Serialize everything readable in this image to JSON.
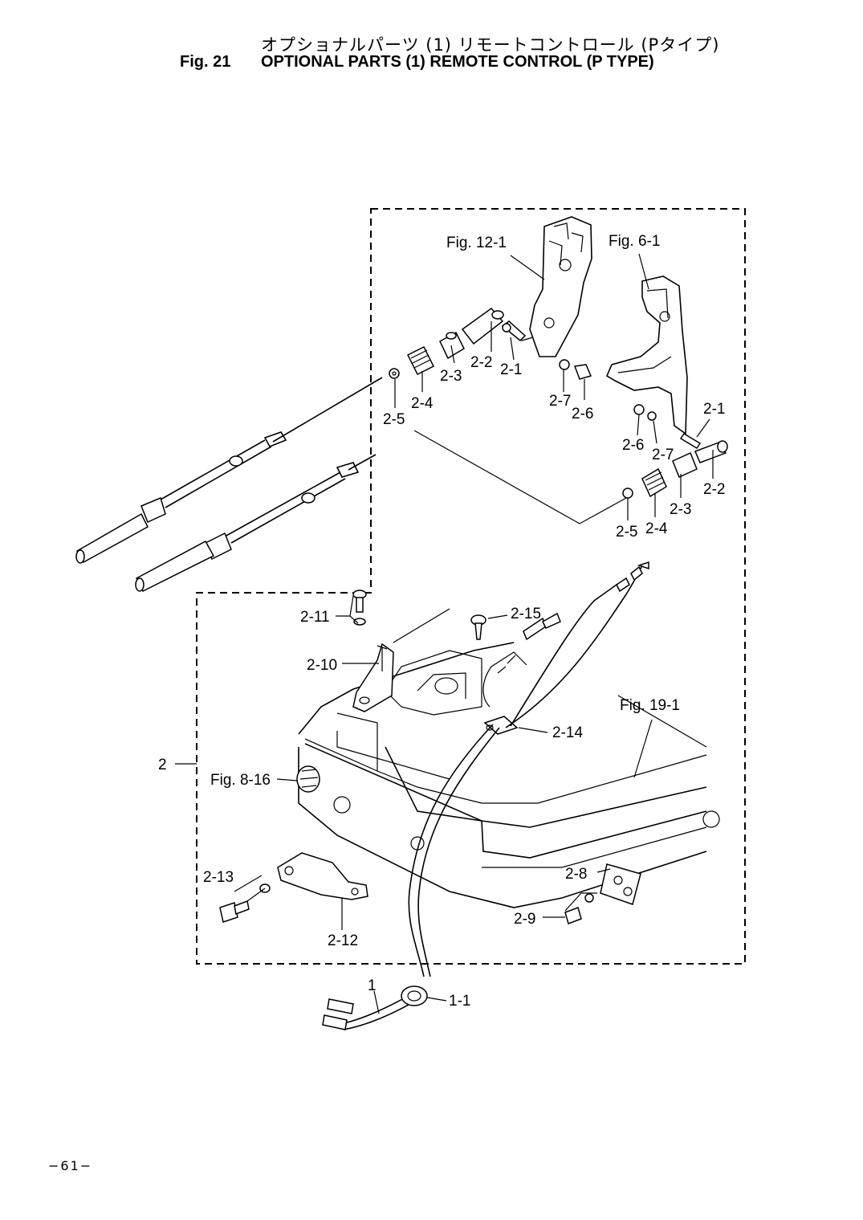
{
  "header": {
    "title_jp": "オプショナルパーツ (1) リモートコントロール (Pタイプ)",
    "fig_number": "Fig. 21",
    "title_en": "OPTIONAL PARTS (1) REMOTE CONTROL (P TYPE)"
  },
  "callouts": {
    "fig_12_1": "Fig. 12-1",
    "fig_6_1": "Fig. 6-1",
    "fig_19_1": "Fig. 19-1",
    "fig_8_16": "Fig. 8-16",
    "p2_2_a": "2-2",
    "p2_1_a": "2-1",
    "p2_3_a": "2-3",
    "p2_4_a": "2-4",
    "p2_5_a": "2-5",
    "p2_7_a": "2-7",
    "p2_6_a": "2-6",
    "p2_1_b": "2-1",
    "p2_6_b": "2-6",
    "p2_7_b": "2-7",
    "p2_2_b": "2-2",
    "p2_3_b": "2-3",
    "p2_5_b": "2-5",
    "p2_4_b": "2-4",
    "p2_11": "2-11",
    "p2_15": "2-15",
    "p2_10": "2-10",
    "p2_14": "2-14",
    "p2": "2",
    "p2_13": "2-13",
    "p2_12": "2-12",
    "p2_8": "2-8",
    "p2_9": "2-9",
    "p1": "1",
    "p1_1": "1-1"
  },
  "footer": {
    "page_number": "−61−"
  }
}
